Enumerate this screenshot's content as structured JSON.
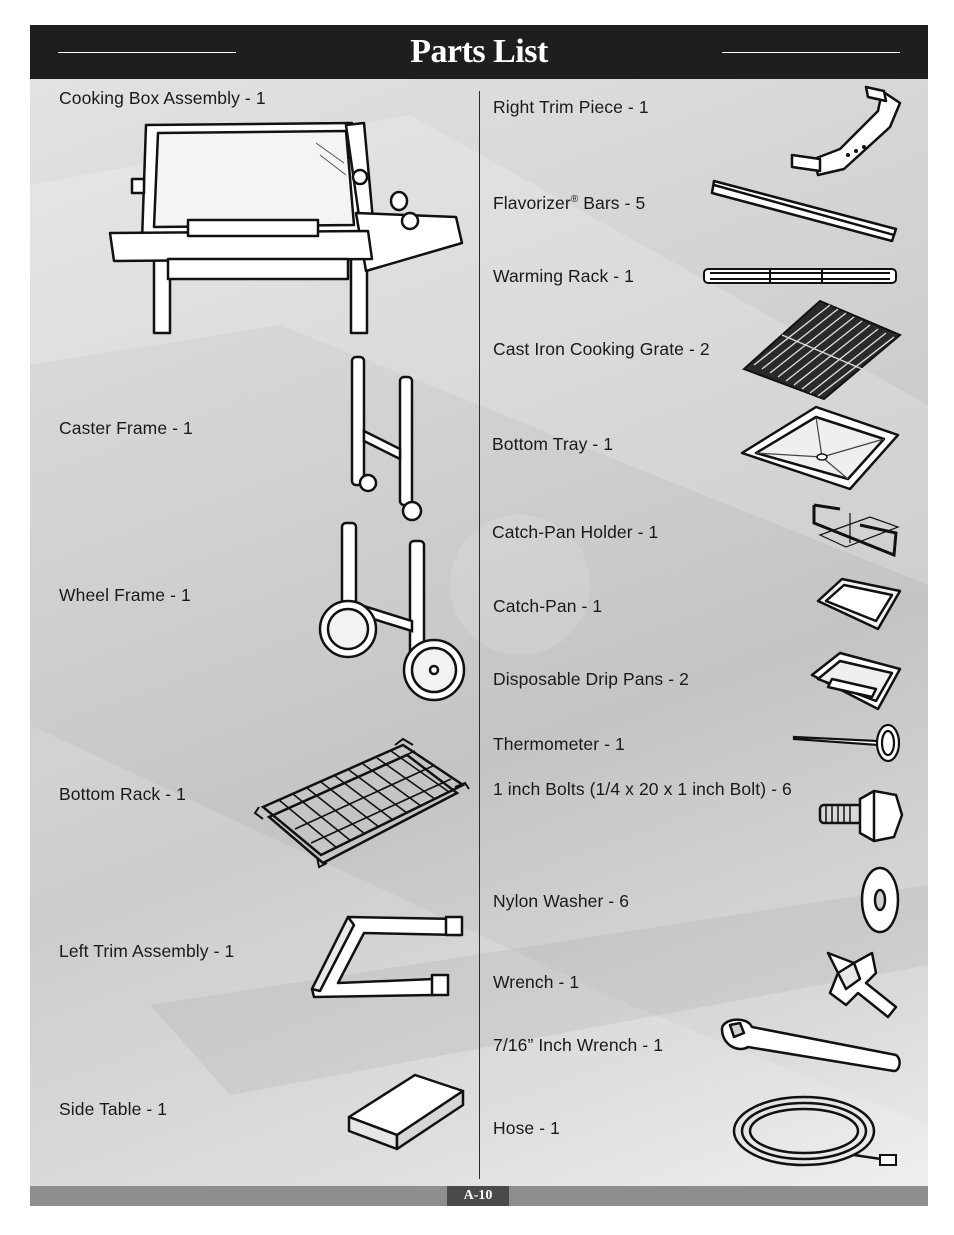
{
  "header": {
    "title": "Parts List"
  },
  "left_parts": [
    {
      "label": "Cooking Box Assembly - 1",
      "icon": "cooking-box-icon"
    },
    {
      "label": "Caster Frame - 1",
      "icon": "caster-frame-icon"
    },
    {
      "label": "Wheel Frame - 1",
      "icon": "wheel-frame-icon"
    },
    {
      "label": "Bottom Rack - 1",
      "icon": "bottom-rack-icon"
    },
    {
      "label": "Left Trim Assembly - 1",
      "icon": "left-trim-icon"
    },
    {
      "label": "Side Table - 1",
      "icon": "side-table-icon"
    }
  ],
  "right_parts": [
    {
      "label": "Right Trim Piece - 1",
      "icon": "right-trim-icon"
    },
    {
      "label_main": "Flavorizer",
      "label_sup": "®",
      "label_rest": " Bars - 5",
      "icon": "flavorizer-bar-icon"
    },
    {
      "label": "Warming Rack - 1",
      "icon": "warming-rack-icon"
    },
    {
      "label": "Cast Iron Cooking Grate - 2",
      "icon": "cooking-grate-icon"
    },
    {
      "label": "Bottom Tray - 1",
      "icon": "bottom-tray-icon"
    },
    {
      "label": "Catch-Pan Holder - 1",
      "icon": "catch-pan-holder-icon"
    },
    {
      "label": "Catch-Pan - 1",
      "icon": "catch-pan-icon"
    },
    {
      "label": "Disposable Drip Pans - 2",
      "icon": "drip-pan-icon"
    },
    {
      "label": "Thermometer - 1",
      "icon": "thermometer-icon"
    },
    {
      "label": "1 inch Bolts (1/4 x 20 x 1 inch Bolt) - 6",
      "icon": "bolt-icon"
    },
    {
      "label": "Nylon Washer - 6",
      "icon": "washer-icon"
    },
    {
      "label": "Wrench - 1",
      "icon": "wrench-icon"
    },
    {
      "label": "7/16” Inch Wrench - 1",
      "icon": "open-wrench-icon"
    },
    {
      "label": "Hose - 1",
      "icon": "hose-icon"
    }
  ],
  "footer": {
    "page_number": "A-10"
  }
}
